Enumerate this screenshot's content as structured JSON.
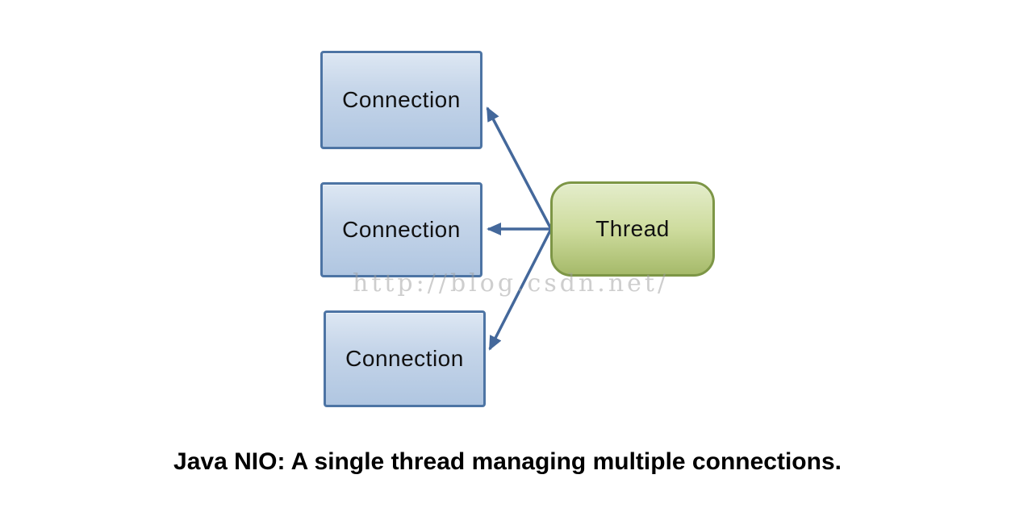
{
  "nodes": [
    {
      "id": "connection-1",
      "label": "Connection",
      "type": "connection"
    },
    {
      "id": "connection-2",
      "label": "Connection",
      "type": "connection"
    },
    {
      "id": "connection-3",
      "label": "Connection",
      "type": "connection"
    },
    {
      "id": "thread",
      "label": "Thread",
      "type": "thread"
    }
  ],
  "edges": [
    {
      "from": "thread",
      "to": "connection-1",
      "direction": "thread-to-connection"
    },
    {
      "from": "thread",
      "to": "connection-2",
      "direction": "thread-to-connection"
    },
    {
      "from": "thread",
      "to": "connection-3",
      "direction": "thread-to-connection"
    }
  ],
  "caption": "Java NIO: A single thread managing multiple connections.",
  "watermark": "http://blog.csdn.net/",
  "colors": {
    "connection_fill_top": "#dde7f3",
    "connection_fill_bottom": "#b0c6e1",
    "connection_border": "#4d74a4",
    "thread_fill_top": "#e4edcb",
    "thread_fill_bottom": "#a6ba6a",
    "thread_border": "#7d9646",
    "arrow": "#44689b",
    "caption_text": "#000000",
    "watermark_text": "#9e9e9e",
    "background": "#ffffff"
  }
}
